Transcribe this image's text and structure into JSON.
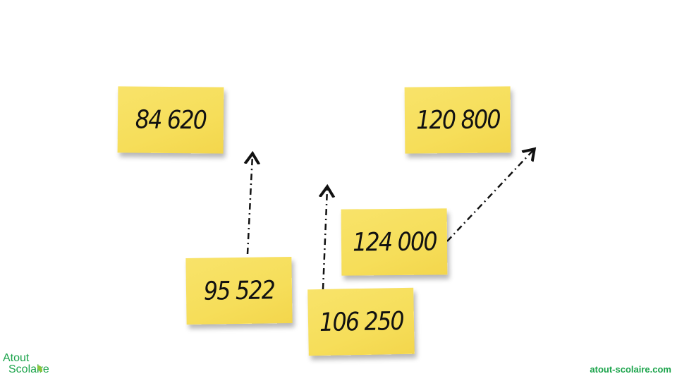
{
  "notes": [
    "84 620",
    "120 800",
    "124 000",
    "95 522",
    "106 250"
  ],
  "logo": {
    "line1": "Atout",
    "line2": "Scolaire"
  },
  "site": "atout-scolaire.com",
  "colors": {
    "note": "#f6de5a",
    "brand": "#1aa34a"
  }
}
